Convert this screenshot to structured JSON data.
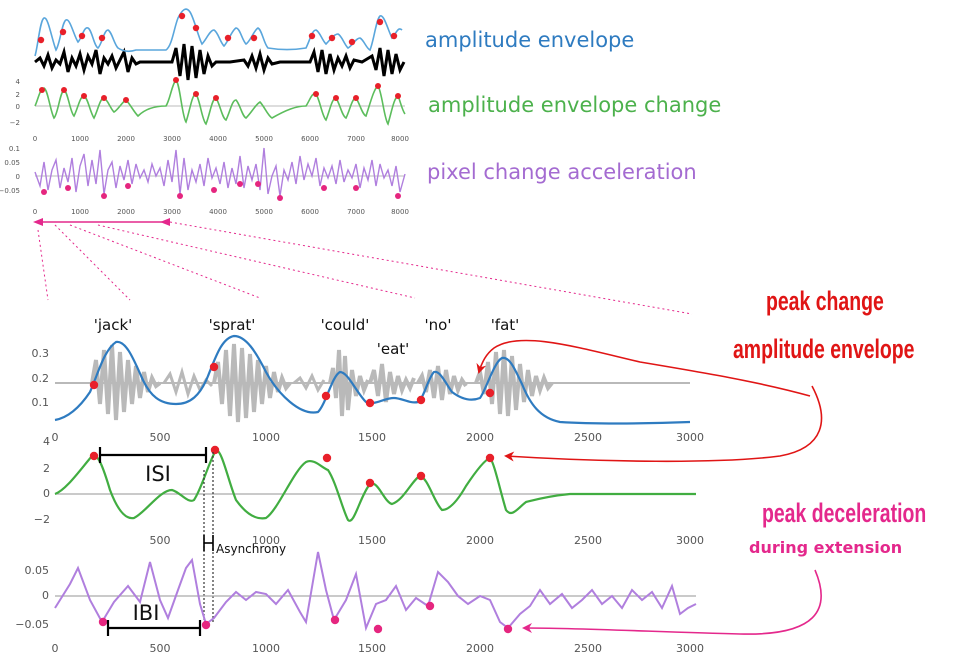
{
  "labels": {
    "amplitude_envelope": "amplitude envelope",
    "amplitude_envelope_change": "amplitude envelope change",
    "pixel_change_acceleration": "pixel change acceleration"
  },
  "annotations": {
    "peak_line1": "peak change",
    "peak_line2": "amplitude envelope",
    "dec_line1": "peak deceleration",
    "dec_line2": "during extension",
    "isi": "ISI",
    "ibi": "IBI",
    "asynchrony": "Asynchrony"
  },
  "colors": {
    "envelope": "#2e7bc0",
    "change": "#4cb14c",
    "acceleration": "#a46bd1",
    "peak_marker": "#e8202a",
    "accel_marker": "#e5267f",
    "waveform_gray": "#b9b9b9",
    "annotation_red": "#e01515",
    "annotation_pink": "#e4288c"
  },
  "overview": {
    "x_ticks": [
      "0",
      "1000",
      "2000",
      "3000",
      "4000",
      "5000",
      "6000",
      "7000",
      "8000"
    ],
    "change_y_ticks": [
      "4",
      "2",
      "0",
      "−2"
    ],
    "accel_y_ticks": [
      "0.1",
      "0.05",
      "0",
      "−0.05"
    ]
  },
  "detail": {
    "words": [
      "'jack'",
      "'sprat'",
      "'could'",
      "'eat'",
      "'no'",
      "'fat'"
    ],
    "x_ticks": [
      "0",
      "500",
      "1000",
      "1500",
      "2000",
      "2500",
      "3000"
    ],
    "x_ticks_top": [
      "0",
      "500",
      "1000",
      "1500",
      "2000",
      "2500",
      "3000"
    ],
    "envelope_y_ticks": [
      "0.3",
      "0.2",
      "0.1"
    ],
    "change_y_ticks": [
      "4",
      "2",
      "0",
      "−2"
    ],
    "accel_y_ticks": [
      "0.05",
      "0",
      "−0.05"
    ]
  }
}
